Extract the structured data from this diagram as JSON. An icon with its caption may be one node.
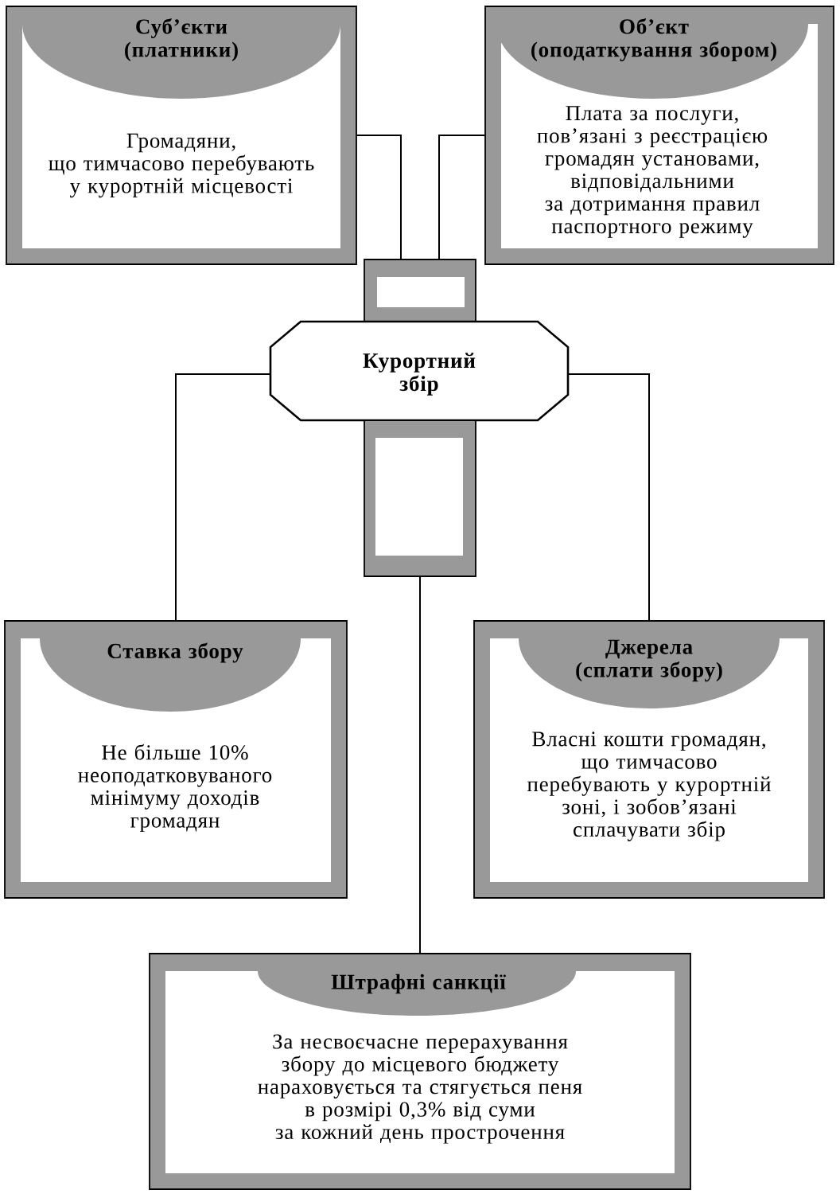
{
  "diagram": {
    "nodes": [
      {
        "text": [
          "Суб’єкти (платники)",
          "Громадяни, що тимчасово перебувають у курортній місцевості"
        ]
      },
      {
        "text": [
          "Об’єкт (оподаткування збором)",
          "Плата за послуги, пов’язані з реєстрацією громадян установами, відповідальними за дотримання правил паспортного режиму"
        ]
      },
      {
        "text": [],
        "shape": "box"
      },
      {
        "text": [
          "Курортний збір"
        ]
      },
      {
        "text": [],
        "shape": "box"
      },
      {
        "text": [
          "Ставка збору",
          "Не більше 10% неоподатковуваного мінімуму доходів громадян"
        ]
      },
      {
        "text": [
          "Джерела (сплати збору)",
          "Власні кошти громадян, що тимчасово перебувають у курортній зоні, і зобов’язані сплачувати збір"
        ]
      },
      {
        "text": [
          "Штрафні санкції",
          "За несвоєчасне перерахування збору до місцевого бюджету нараховується та стягується пеня в розмірі 0,3% від суми за кожний день прострочення"
        ]
      }
    ],
    "edges": [
      {
        "from": 0,
        "to": 2,
        "arrow": "none"
      },
      {
        "from": 1,
        "to": 2,
        "arrow": "none"
      },
      {
        "from": 3,
        "to": 5,
        "arrow": "none"
      },
      {
        "from": 3,
        "to": 6,
        "arrow": "none"
      },
      {
        "from": 4,
        "to": 7,
        "arrow": "none"
      }
    ]
  }
}
